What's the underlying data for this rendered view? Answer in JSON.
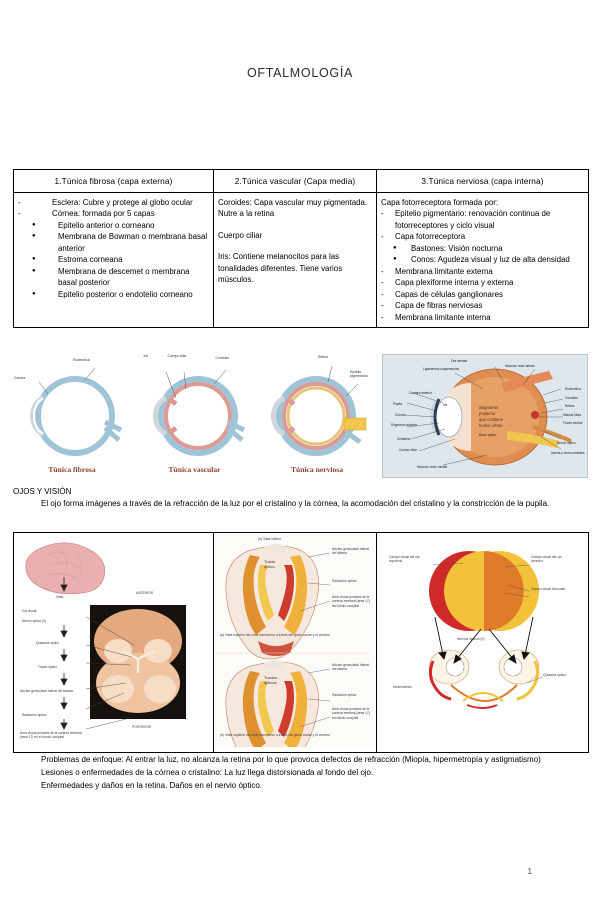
{
  "document": {
    "title": "OFTALMOLOGÍA",
    "page_number": "1"
  },
  "layers_table": {
    "headers": [
      "1.Túnica fibrosa (capa externa)",
      "2.Túnica vascular (Capa media)",
      "3.Túnica nerviosa (capa interna)"
    ],
    "col1": {
      "dash1_marker": "-",
      "dash1_text": "Esclera: Cubre y protege al globo ocular",
      "dash2_marker": "-",
      "dash2_text": "Córnea: formada por 5 capas",
      "bullet_marker": "●",
      "bullets": [
        "Epitelio anterior o corneano",
        "Membrana de Bowman o membrana basal anterior",
        "Estroma corneana",
        "Membrana de descemet o membrana basal posterior",
        "Epitelio posterior o endotelio corneano"
      ]
    },
    "col2": {
      "line1": "Coroides: Capa vascular muy pigmentada. Nutre a la retina",
      "line2": "Cuerpo ciliar",
      "line3": "Iris: Contiene melanocitos para las tonalidades diferentes. Tiene varios músculos."
    },
    "col3": {
      "intro": "Capa fotorreceptora formada por:",
      "dash_marker": "-",
      "bullet_marker": "●",
      "item1": "Epitelio pigmentario: renovación continua de fotorreceptores y ciclo visual",
      "item2": "Capa fotorreceptora",
      "sub1": "Bastones: Visión nocturna",
      "sub2": "Conos: Agudeza visual y luz de alta densidad",
      "item3": "Membrana limitante externa",
      "item4": "Capa plexiforme interna y externa",
      "item5": "Capas de células ganglionares",
      "item6": "Capa de fibras nerviosas",
      "item7": "Membrana limitante interna"
    }
  },
  "figures": {
    "tunics": [
      {
        "caption": "Túnica fibrosa",
        "labels": [
          "Córnea",
          "Esclerótica"
        ]
      },
      {
        "caption": "Túnica vascular",
        "labels": [
          "Iris",
          "Cuerpo ciliar",
          "Coroides"
        ]
      },
      {
        "caption": "Túnica nerviosa",
        "labels": [
          "Retina",
          "Epitelio pigmentario"
        ]
      }
    ],
    "eye_anatomy": {
      "labels_left": [
        "Cámara anterior",
        "Pupila",
        "Córnea",
        "Segmento anterior",
        "Cristalino",
        "Cuerpo ciliar",
        "Músculo recto medial"
      ],
      "labels_top": [
        "Ligamentos suspensorios",
        "Ora serrata",
        "Músculo recto lateral"
      ],
      "labels_right": [
        "Esclerótica",
        "Coroides",
        "Retina",
        "Mácula lútea",
        "Fóvea central",
        "Nervio óptico",
        "Arteria y vena centrales"
      ],
      "center_text": "Segmento posterior que contiene humor vítreo",
      "label_iris": "Iris",
      "label_disco": "Disco óptico"
    }
  },
  "ojos_section": {
    "heading": "OJOS Y VISIÓN",
    "paragraph": "El ojo forma imágenes a través de la refracción de la luz por el cristalino y la córnea, la acomodación del cristalino y la constricción de la pupila."
  },
  "lower_figures": {
    "brain": {
      "caption_anterior": "ANTERIOR",
      "caption_posterior": "POSTERIOR",
      "flow_title": "Vía visual:",
      "top_label": "Vista",
      "steps": [
        "Nervio óptico (II)",
        "Quiasma óptico",
        "Tracto óptico",
        "Núcleo geniculado lateral del tálamo",
        "Radiación óptica",
        "Área visual primaria de la corteza cerebral (área 17) en el lóbulo occipital"
      ]
    },
    "tracts": {
      "panel_a_labels": [
        "(a) Vista inferior",
        "Tracto óptico",
        "Núcleo geniculado lateral del tálamo",
        "Radiación óptica",
        "Área visual primaria de la corteza cerebral (área 17) del lóbulo occipital"
      ],
      "panel_a_caption": "(a) Vista superior del corte transverso a través del globo ocular y el cerebro",
      "panel_b_labels": [
        "Tractos ópticos",
        "Núcleo geniculado lateral del tálamo",
        "Radiación óptica",
        "Área visual primaria de la corteza cerebral (área 17) en lóbulo occipital"
      ],
      "panel_b_caption": "(b) Vista superior del corte transverso a través del globo ocular y el cerebro"
    },
    "fields": {
      "label_left": "Campo visual del ojo izquierdo",
      "label_right": "Campo visual del ojo derecho",
      "label_binocular": "Campo visual binocular",
      "label_nerves": "Nervios ópticos (II)",
      "label_chiasm": "Quiasma óptico",
      "label_mid": "Mesencéfalo"
    }
  },
  "notes": {
    "line1": "Problemas de enfoque: Al entrar la luz, no alcanza la retina por lo que provoca defectos de refracción (Miopía, hipermetropía y astigmatismo)",
    "line2": "Lesiones o enfermedades de la córnea o cristalino: La luz llega distorsionada al fondo del ojo.",
    "line3": "Enfermedades y daños en la retina. Daños en el nervio óptico."
  },
  "colors": {
    "caption_red": "#8d3f2e",
    "sclera_blue": "#9fc4d8",
    "choroid_pink": "#e0a09a",
    "retina_yellow": "#f0c64e"
  }
}
